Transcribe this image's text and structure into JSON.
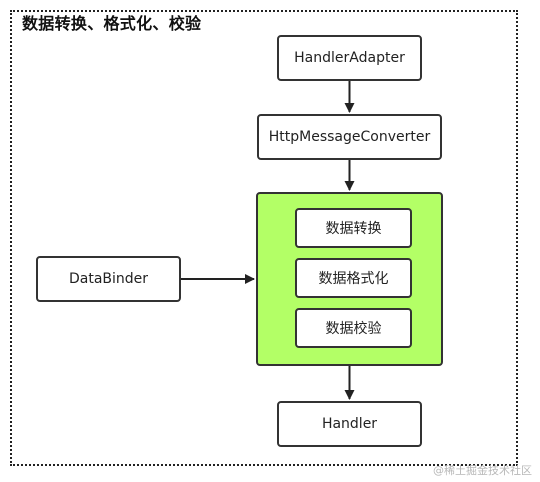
{
  "diagram": {
    "title": "数据转换、格式化、校验",
    "nodes": {
      "handler_adapter": "HandlerAdapter",
      "http_message_converter": "HttpMessageConverter",
      "data_binder": "DataBinder",
      "handler": "Handler"
    },
    "group": {
      "items": [
        "数据转换",
        "数据格式化",
        "数据校验"
      ]
    },
    "edges": [
      {
        "from": "HandlerAdapter",
        "to": "HttpMessageConverter"
      },
      {
        "from": "HttpMessageConverter",
        "to": "group"
      },
      {
        "from": "DataBinder",
        "to": "group"
      },
      {
        "from": "group",
        "to": "Handler"
      }
    ],
    "colors": {
      "group_fill": "#b3ff66",
      "border": "#333333"
    }
  },
  "watermark": "@稀土掘金技术社区"
}
